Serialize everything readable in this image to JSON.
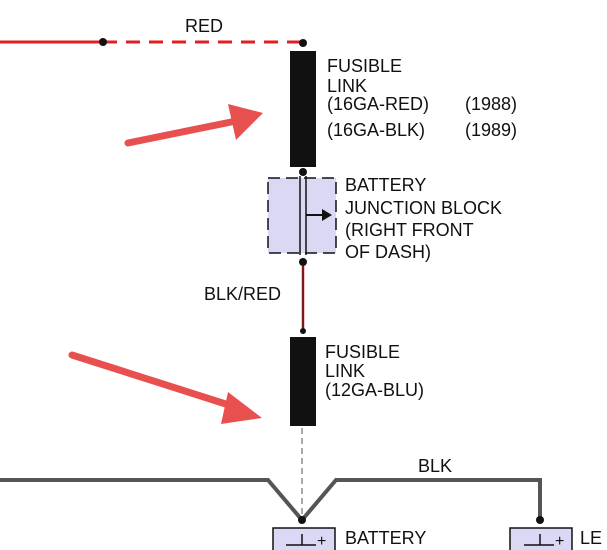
{
  "wires": {
    "top": "RED",
    "middle": "BLK/RED",
    "ground": "BLK"
  },
  "fusible_link_1": {
    "line1": "FUSIBLE",
    "line2": "LINK",
    "line3_spec": "(16GA-RED)",
    "line3_year": "(1988)",
    "line4_spec": "(16GA-BLK)",
    "line4_year": "(1989)"
  },
  "junction_block": {
    "line1": "BATTERY",
    "line2": "JUNCTION BLOCK",
    "line3": "(RIGHT FRONT",
    "line4": "OF DASH)"
  },
  "fusible_link_2": {
    "line1": "FUSIBLE",
    "line2": "LINK",
    "line3": "(12GA-BLU)"
  },
  "battery_main": {
    "label": "BATTERY",
    "plus": "+"
  },
  "battery_right": {
    "label_partial": "LE",
    "plus": "+"
  },
  "colors": {
    "red_wire": "#e02020",
    "blk_red_wire": "#c02020",
    "black": "#111111",
    "ground_wire": "#555555",
    "junction_fill": "#d9d9f5",
    "arrow": "#e85050"
  }
}
